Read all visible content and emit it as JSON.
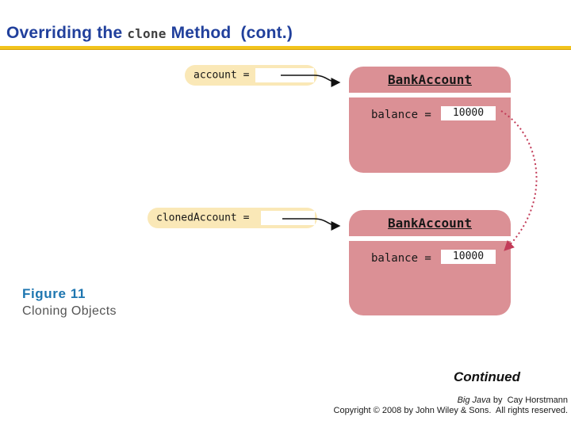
{
  "slide": {
    "title": {
      "prefix": "Overriding the ",
      "code": "clone",
      "suffix": " Method  (cont.)"
    }
  },
  "colors": {
    "title_blue": "#21409C",
    "title_code_gray": "#3F3F3F",
    "rule_gold": "#F2C31B",
    "object_pink": "#DB9095",
    "variable_cream": "#FAE8B7",
    "figure_blue": "#1E76B0",
    "caption_gray": "#555555",
    "clone_arrow_crimson": "#C23B58",
    "reference_arrow_black": "#111111"
  },
  "diagram": {
    "variables": [
      {
        "label": "account ="
      },
      {
        "label": "clonedAccount ="
      }
    ],
    "objects": [
      {
        "class_name": "BankAccount",
        "field_label": "balance =",
        "field_value": "10000"
      },
      {
        "class_name": "BankAccount",
        "field_label": "balance =",
        "field_value": "10000"
      }
    ]
  },
  "figure": {
    "label": "Figure 11",
    "caption": "Cloning Objects"
  },
  "footer": {
    "continued": "Continued",
    "credit_title": "Big Java",
    "credit_rest": " by  Cay Horstmann",
    "copyright": "Copyright © 2008 by John Wiley & Sons.  All rights reserved."
  }
}
